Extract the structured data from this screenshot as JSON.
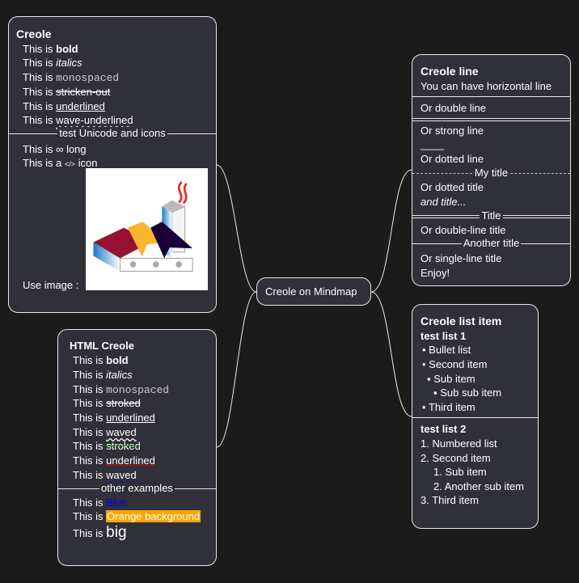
{
  "center": {
    "label": "Creole on Mindmap"
  },
  "creole": {
    "title": "Creole",
    "prefix": "This is ",
    "bold": "bold",
    "italics": "italics",
    "mono": "monospaced",
    "strike": "stricken-out",
    "underline": "underlined",
    "wave": "wave-underlined",
    "sep_title": "test Unicode and icons",
    "unicode_prefix": "This is ",
    "infinity": "∞",
    "unicode_suffix": " long",
    "icon_prefix": "This is a ",
    "icon_glyph": "</>",
    "icon_suffix": " icon",
    "image_label": "Use image :"
  },
  "html": {
    "title": "HTML Creole",
    "prefix": "This is ",
    "bold": "bold",
    "italics": "italics",
    "mono": "monospaced",
    "stroked": "stroked",
    "underlined": "underlined",
    "waved": "waved",
    "stroked2": "stroked",
    "underlined2": "underlined",
    "waved2": "waved",
    "sep_title": "other examples",
    "blue": "Blue",
    "orange": "Orange background",
    "big": "big",
    "colors": {
      "blue": "#0000ff",
      "orange": "#ffa500",
      "green": "#00a000",
      "red": "#e00000"
    }
  },
  "line": {
    "title": "Creole line",
    "l1": "You can have horizontal line",
    "l2": "Or double line",
    "l3": "Or strong line",
    "l4": "____",
    "l5": "Or dotted line",
    "t1": "My title",
    "l6": "Or dotted title",
    "l7": "and title...",
    "t2": "Title",
    "l8": "Or double-line title",
    "t3": "Another title",
    "l9": "Or single-line title",
    "l10": "Enjoy!"
  },
  "list": {
    "title": "Creole list item",
    "h1": "test list 1",
    "b1": "Bullet list",
    "b2": "Second item",
    "b3": "Sub item",
    "b4": "Sub sub item",
    "b5": "Third item",
    "h2": "test list 2",
    "n1": "1. Numbered list",
    "n2": "2. Second item",
    "n3": "1. Sub item",
    "n4": "2. Another sub item",
    "n5": "3. Third item"
  }
}
